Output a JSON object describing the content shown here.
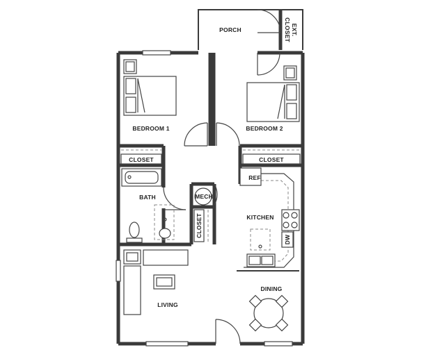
{
  "labels": {
    "porch": "PORCH",
    "ext_closet_line1": "EXT.",
    "ext_closet_line2": "CLOSET",
    "bedroom1": "BEDROOM 1",
    "bedroom2": "BEDROOM 2",
    "closet_bed1": "CLOSET",
    "closet_bed2": "CLOSET",
    "bath": "BATH",
    "mech": "MECH",
    "ref": "REF",
    "kitchen": "KITCHEN",
    "closet_hall": "CLOSET",
    "dw": "DW",
    "dining": "DINING",
    "living": "LIVING"
  }
}
